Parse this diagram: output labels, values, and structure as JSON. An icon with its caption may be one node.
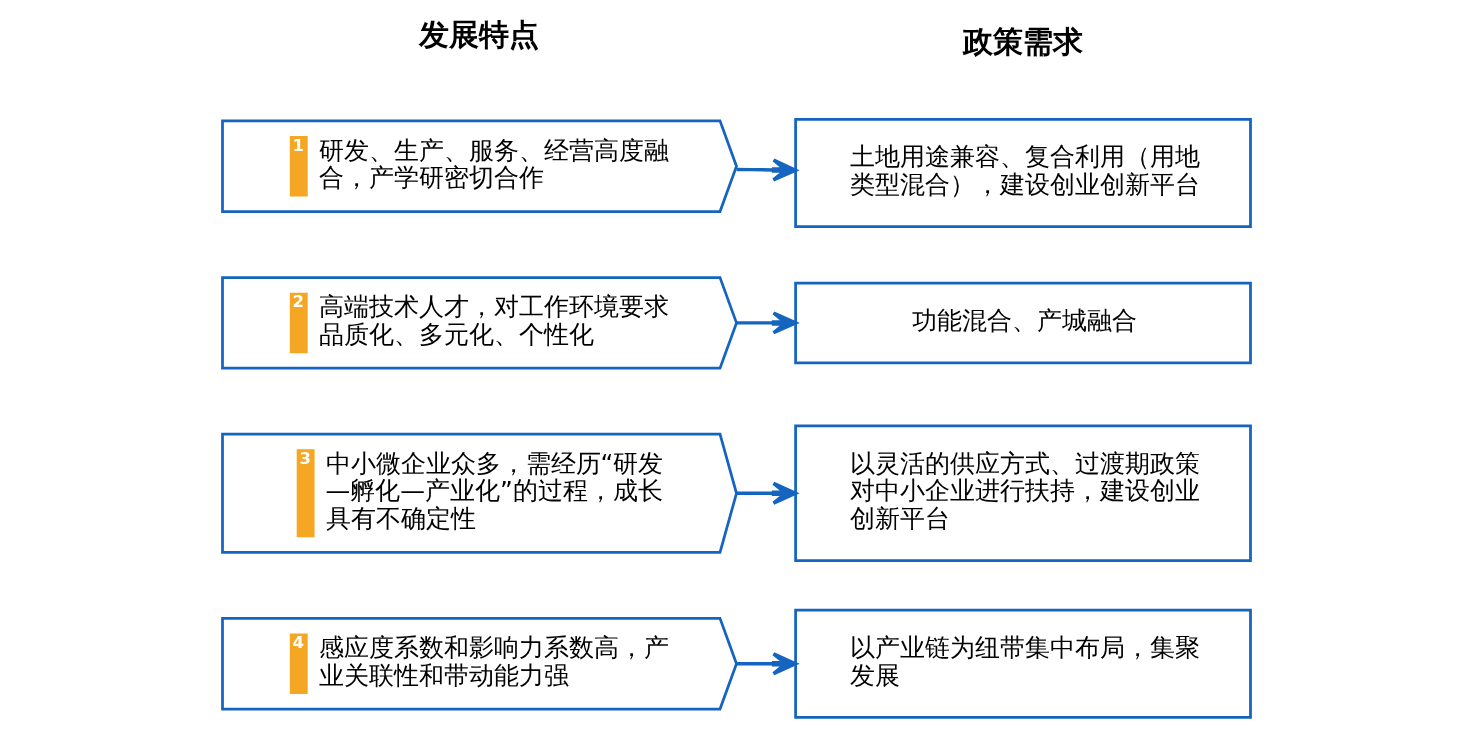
{
  "diagram": {
    "nodes": [
      {
        "text": [
          "1",
          "研发、生产、服务、经营高度融合，产学研密切合作"
        ]
      },
      {
        "text": [
          "土地用途兼容、复合利用（用地类型混合），建设创业创新平台"
        ]
      },
      {
        "text": [
          "2",
          "高端技术人才，对工作环境要求品质化、多元化、个性化"
        ]
      },
      {
        "text": [
          "功能混合、产城融合"
        ]
      },
      {
        "text": [
          "3",
          "中小微企业众多，需经历“研发—孵化—产业化”的过程，成长具有不确定性"
        ]
      },
      {
        "text": [
          "以灵活的供应方式、过渡期政策对中小企业进行扶持，建设创业创新平台"
        ]
      },
      {
        "text": [
          "4",
          "感应度系数和影响力系数高，产业关联性和带动能力强"
        ]
      },
      {
        "text": [
          "以产业链为纽带集中布局，集聚发展"
        ]
      }
    ],
    "edges": [
      {
        "from": 0,
        "to": 1,
        "arrow": "to"
      },
      {
        "from": 2,
        "to": 3,
        "arrow": "to"
      },
      {
        "from": 4,
        "to": 5,
        "arrow": "to"
      },
      {
        "from": 6,
        "to": 7,
        "arrow": "to"
      }
    ],
    "labels": [
      "发展特点",
      "政策需求"
    ]
  }
}
